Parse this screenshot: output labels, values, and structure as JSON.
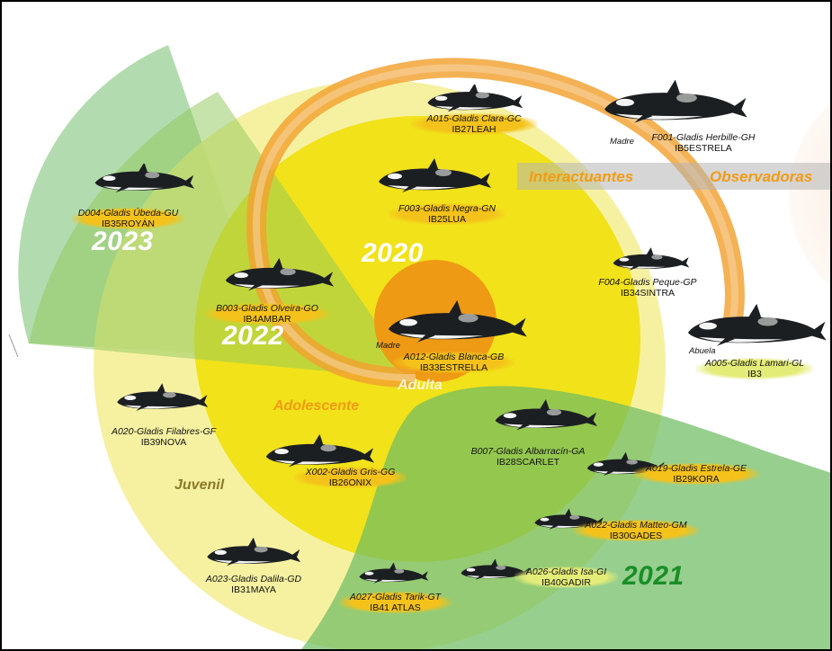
{
  "years": {
    "y2020": "2020",
    "y2021": "2021",
    "y2022": "2022",
    "y2023": "2023"
  },
  "stages": {
    "adulta": "Adulta",
    "adolescente": "Adolescente",
    "juvenil": "Juvenil"
  },
  "groups": {
    "interactuantes": "Interactuantes",
    "observadoras": "Observadoras"
  },
  "roles": {
    "madre_blanca": "Madre",
    "madre_herbille": "Madre",
    "abuela": "Abuela"
  },
  "colors": {
    "adulta_core": "#ef9a14",
    "yellow_inner": "#f1e21a",
    "yellow_outer": "#f6ef8a",
    "green_wedge": "#6fbc63",
    "orange_arc": "#f0a32e",
    "observadoras_halo": "#f6dcc7"
  },
  "orcas": [
    {
      "id": "A015",
      "name": "A015-Gladis Clara-GC",
      "code": "IB27LEAH"
    },
    {
      "id": "F001",
      "name": "F001-Gladis Herbille-GH",
      "code": "IB5ESTRELA"
    },
    {
      "id": "D004",
      "name": "D004-Gladis Úbeda-GU",
      "code": "IB35ROYÁN"
    },
    {
      "id": "F003",
      "name": "F003-Gladis Negra-GN",
      "code": "IB25LUA"
    },
    {
      "id": "F004",
      "name": "F004-Gladis Peque-GP",
      "code": "IB34SINTRA"
    },
    {
      "id": "B003",
      "name": "B003-Gladis Olveira-GO",
      "code": "IB4AMBAR"
    },
    {
      "id": "A012",
      "name": "A012-Gladis Blanca-GB",
      "code": "IB33ESTRELLA"
    },
    {
      "id": "A005",
      "name": "A005-Gladis  Lamari-GL",
      "code": "IB3"
    },
    {
      "id": "A020",
      "name": "A020-Gladis Filabres-GF",
      "code": "IB39NOVA"
    },
    {
      "id": "B007",
      "name": "B007-Gladis Albarracín-GA",
      "code": "IB28SCARLET"
    },
    {
      "id": "X002",
      "name": "X002-Gladis Gris-GG",
      "code": "IB26ONIX"
    },
    {
      "id": "A019",
      "name": "A019-Gladis Estrela-GE",
      "code": "IB29KORA"
    },
    {
      "id": "A022",
      "name": "A022-Gladis Matteo-GM",
      "code": "IB30GADES"
    },
    {
      "id": "A023",
      "name": "A023-Gladis Dalila-GD",
      "code": "IB31MAYA"
    },
    {
      "id": "A026",
      "name": "A026-Gladis Isa-GI",
      "code": "IB40GADIR"
    },
    {
      "id": "A027",
      "name": "A027-Gladis Tarik-GT",
      "code": "IB41 ATLAS"
    }
  ]
}
